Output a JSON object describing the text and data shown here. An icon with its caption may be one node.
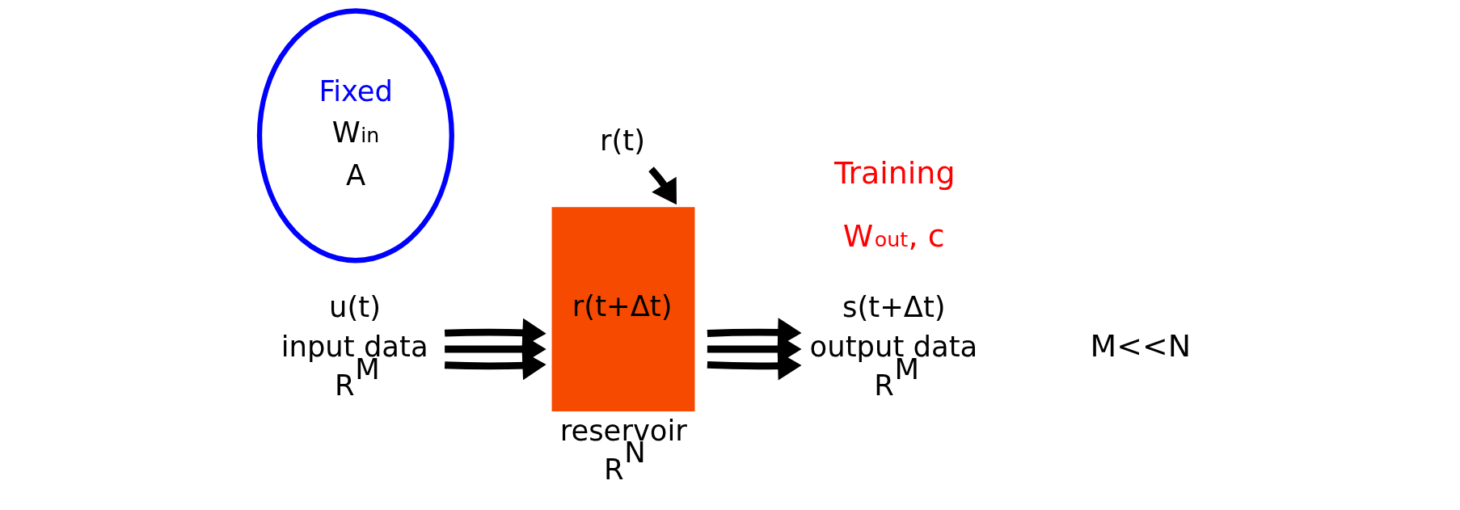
{
  "diagram": {
    "nodes": [
      {
        "text": [
          "r(t)"
        ]
      },
      {
        "text": [
          "Fixed",
          "W$_{in}$",
          "A"
        ]
      },
      {
        "text": [
          "u(t)"
        ],
        "beside": [
          "input data",
          "R$^{M}$"
        ]
      },
      {
        "text": [
          "r(t+Δt)"
        ],
        "beside": [
          "reservoir",
          "R$^{N}$"
        ]
      },
      {
        "text": [
          "s(t+Δt)"
        ],
        "beside": [
          "output data",
          "R$^{M}$"
        ]
      }
    ],
    "edges": [
      {
        "from": 0,
        "to": 3,
        "arrow": "to"
      },
      {
        "from": 2,
        "to": 3,
        "arrow": "to"
      },
      {
        "from": 2,
        "to": 3,
        "arrow": "to"
      },
      {
        "from": 2,
        "to": 3,
        "arrow": "to"
      },
      {
        "from": 3,
        "to": 4,
        "arrow": "to"
      },
      {
        "from": 3,
        "to": 4,
        "arrow": "to"
      },
      {
        "from": 3,
        "to": 4,
        "arrow": "to"
      }
    ],
    "labels": [
      "Training",
      "W$_{out}$, c",
      "M<<N"
    ]
  }
}
